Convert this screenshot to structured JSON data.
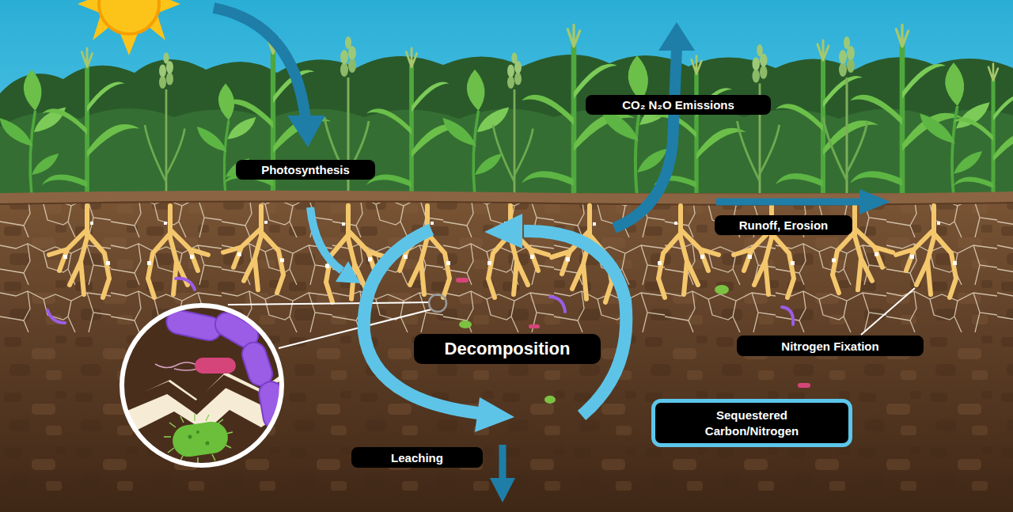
{
  "diagram": {
    "nodes": [
      {
        "text": [
          "CO₂ N₂O Emissions"
        ]
      },
      {
        "text": [
          "Photosynthesis"
        ]
      },
      {
        "text": [
          "Runoff, Erosion"
        ]
      },
      {
        "text": [
          "Decomposition"
        ]
      },
      {
        "text": [
          "Nitrogen Fixation"
        ]
      },
      {
        "text": [
          "Sequestered Carbon/Nitrogen"
        ]
      },
      {
        "text": [
          "Leaching"
        ]
      }
    ]
  }
}
